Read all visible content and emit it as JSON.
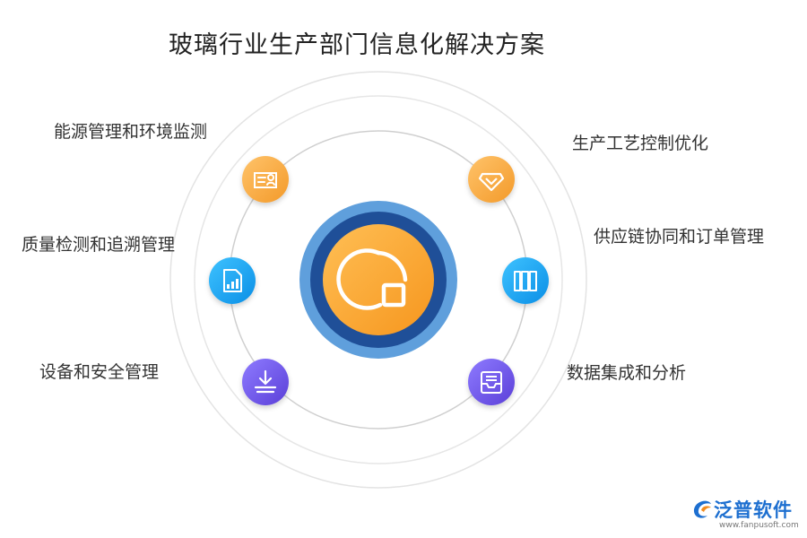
{
  "title": "玻璃行业生产部门信息化解决方案",
  "nodes": [
    {
      "label": "能源管理和环境监测",
      "icon": "id-card-icon",
      "color": "#f5a63a"
    },
    {
      "label": "质量检测和追溯管理",
      "icon": "document-chart-icon",
      "color": "#14a2f0"
    },
    {
      "label": "设备和安全管理",
      "icon": "download-tray-icon",
      "color": "#6a4fe0"
    },
    {
      "label": "生产工艺控制优化",
      "icon": "diamond-icon",
      "color": "#f5a63a"
    },
    {
      "label": "供应链协同和订单管理",
      "icon": "books-icon",
      "color": "#14a2f0"
    },
    {
      "label": "数据集成和分析",
      "icon": "archive-box-icon",
      "color": "#6a4fe0"
    }
  ],
  "center": {
    "icon": "pie-chart-icon"
  },
  "logo": {
    "name": "泛普软件",
    "url": "www.fanpusoft.com"
  }
}
